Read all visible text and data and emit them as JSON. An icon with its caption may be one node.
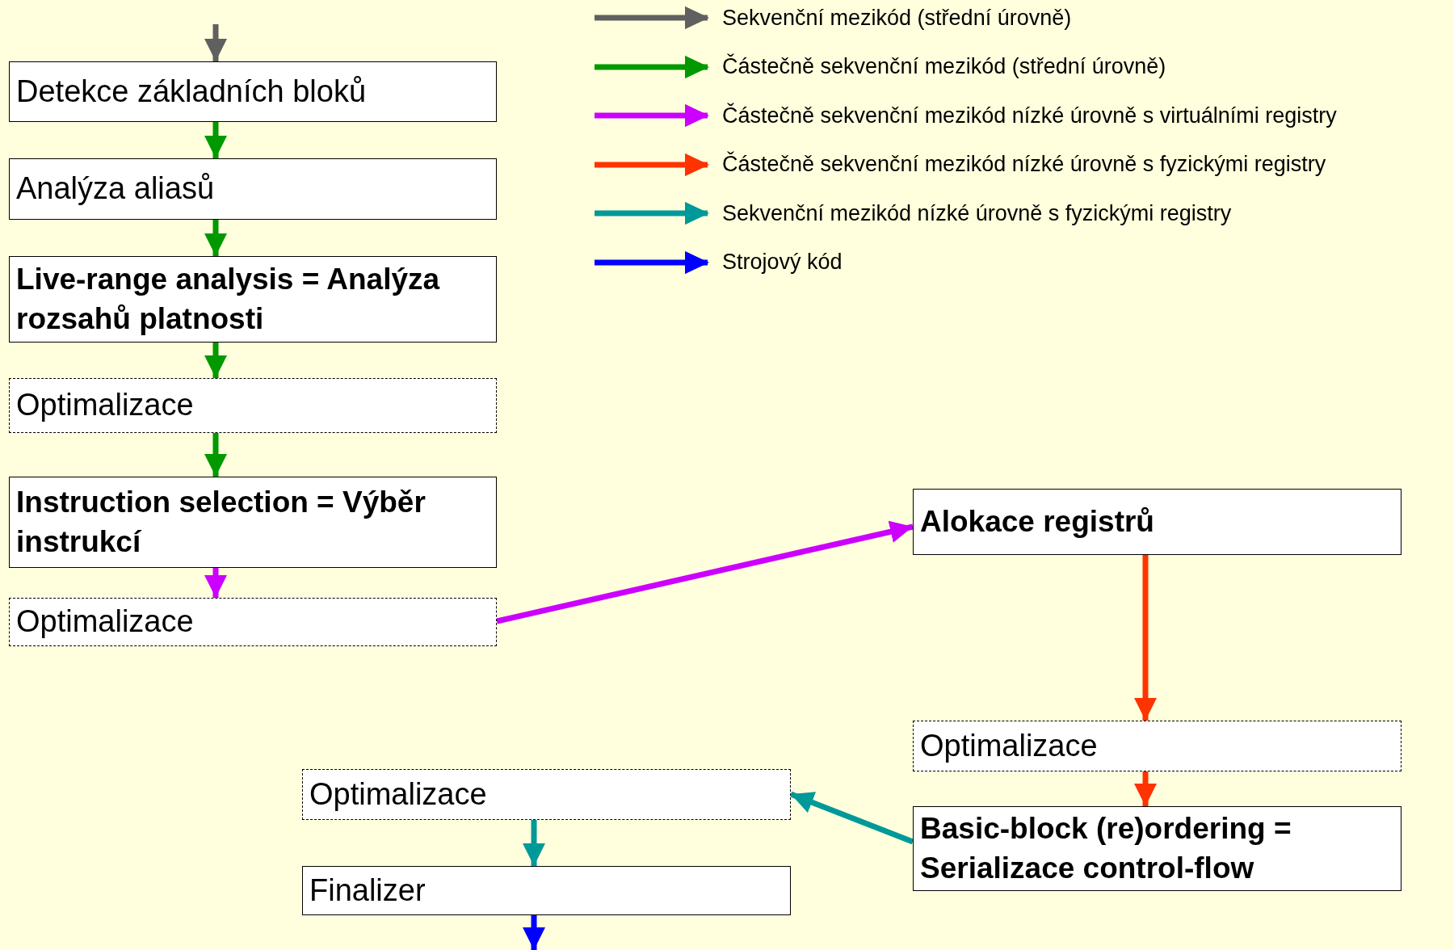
{
  "diagram": {
    "nodes": [
      {
        "text": [
          "Detekce základních bloků"
        ]
      },
      {
        "text": [
          "Analýza aliasů"
        ]
      },
      {
        "text": [
          "Live-range analysis = Analýza rozsahů platnosti"
        ]
      },
      {
        "text": [
          "Optimalizace"
        ]
      },
      {
        "text": [
          "Instruction selection = Výběr instrukcí"
        ]
      },
      {
        "text": [
          "Optimalizace"
        ]
      },
      {
        "text": [
          "Alokace registrů"
        ]
      },
      {
        "text": [
          "Optimalizace"
        ]
      },
      {
        "text": [
          "Basic-block (re)ordering = Serializace control-flow"
        ]
      },
      {
        "text": [
          "Optimalizace"
        ]
      },
      {
        "text": [
          "Finalizer"
        ]
      }
    ],
    "edges": [
      {
        "from": null,
        "to": 0,
        "arrow": "to",
        "color": "#606060"
      },
      {
        "from": 0,
        "to": 1,
        "arrow": "to"
      },
      {
        "from": 1,
        "to": 2,
        "arrow": "to"
      },
      {
        "from": 2,
        "to": 3,
        "arrow": "to"
      },
      {
        "from": 3,
        "to": 4,
        "arrow": "to"
      },
      {
        "from": 4,
        "to": 5,
        "arrow": "to",
        "color": "#cc00ff"
      },
      {
        "from": 5,
        "to": 6,
        "arrow": "to",
        "color": "#cc00ff"
      },
      {
        "from": 6,
        "to": 7,
        "arrow": "to",
        "color": "#ff3300"
      },
      {
        "from": 7,
        "to": 8,
        "arrow": "to",
        "color": "#ff3300"
      },
      {
        "from": 8,
        "to": 9,
        "arrow": "to",
        "color": "#009999"
      },
      {
        "from": 9,
        "to": 10,
        "arrow": "to",
        "color": "#009999"
      },
      {
        "from": 10,
        "to": null,
        "arrow": "to",
        "color": "#0000ff"
      }
    ],
    "legend": [
      {
        "text": "Sekvenční mezikód (střední úrovně)",
        "color": "#606060"
      },
      {
        "text": "Částečně sekvenční mezikód (střední úrovně)",
        "color": "#009900"
      },
      {
        "text": "Částečně sekvenční mezikód nízké úrovně s virtuálními registry",
        "color": "#cc00ff"
      },
      {
        "text": "Částečně sekvenční mezikód nízké úrovně s fyzickými registry",
        "color": "#ff3300"
      },
      {
        "text": "Sekvenční mezikód nízké úrovně s fyzickými registry",
        "color": "#009999"
      },
      {
        "text": "Strojový kód",
        "color": "#0000ff"
      }
    ]
  }
}
